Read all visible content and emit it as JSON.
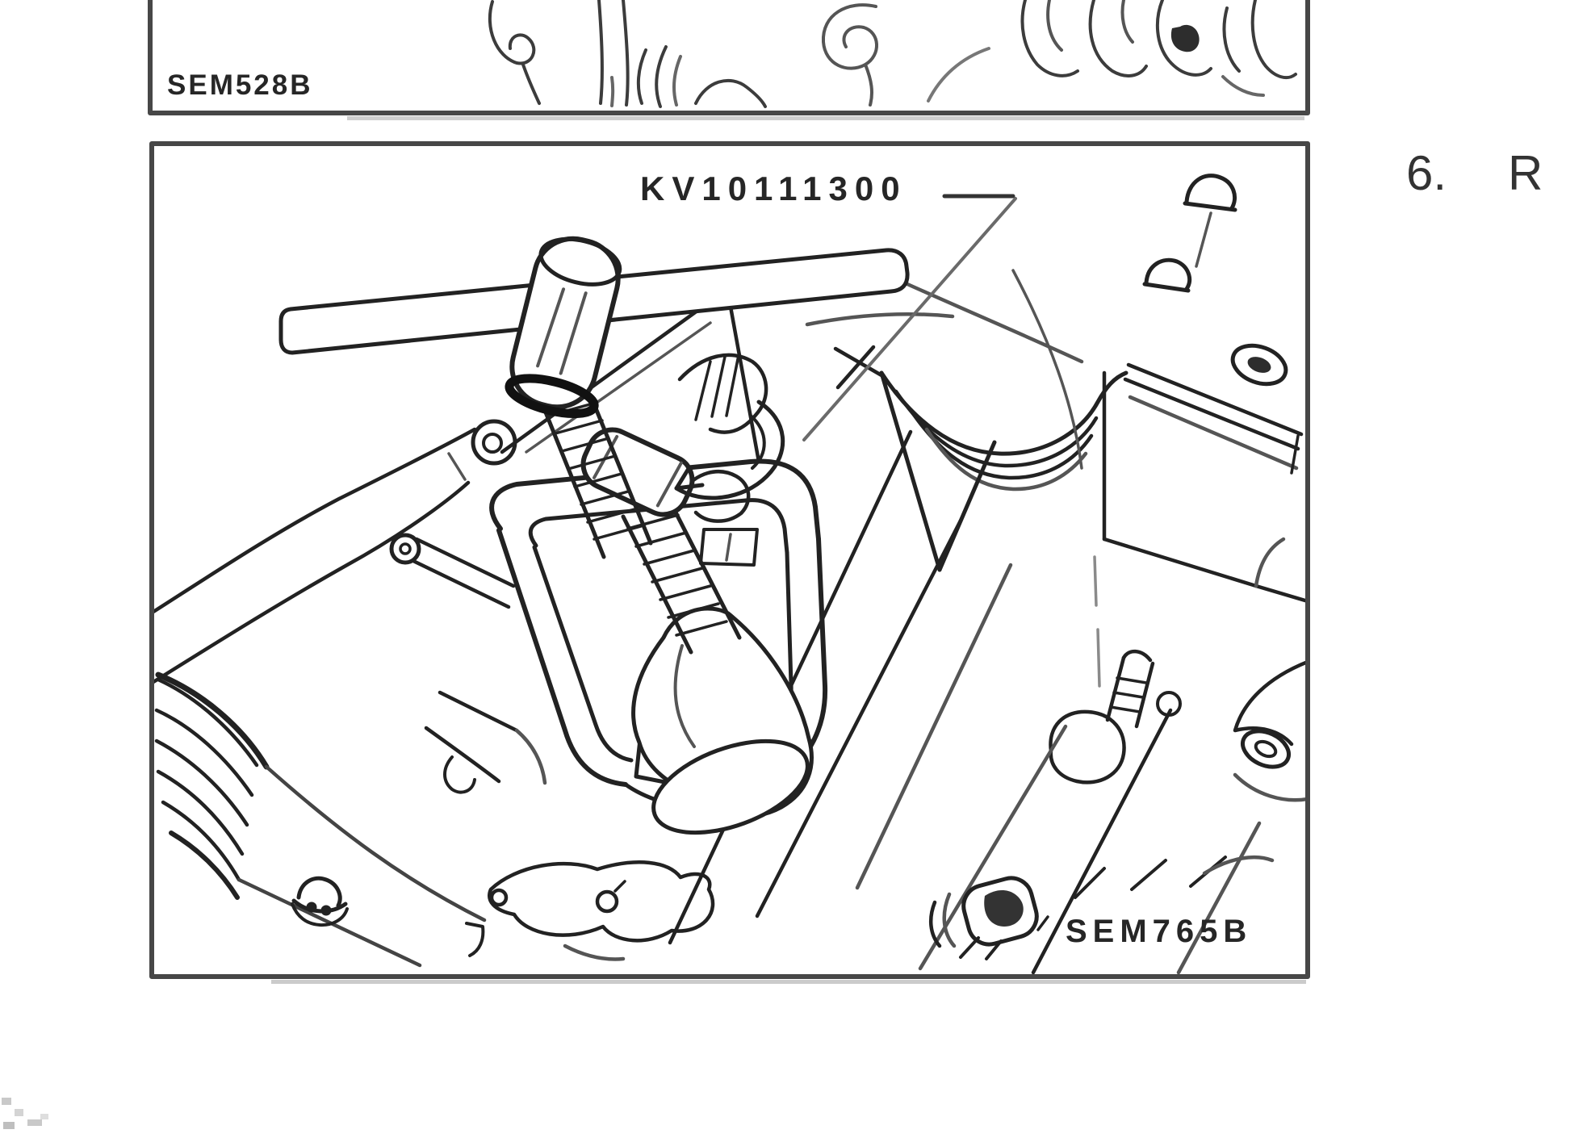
{
  "page": {
    "background": "#ffffff",
    "ink_color": "#1f1f1f",
    "box_border_color": "#474747",
    "leader_color": "#6a6a6a"
  },
  "figure_top": {
    "code": "SEM528B",
    "description": "partial cut-off engine illustration"
  },
  "figure_main": {
    "tool_label": "KV10111300",
    "code": "SEM765B",
    "description": "valve lifter puller tool mounted on cylinder head"
  },
  "step": {
    "number": "6.",
    "text": "R"
  }
}
